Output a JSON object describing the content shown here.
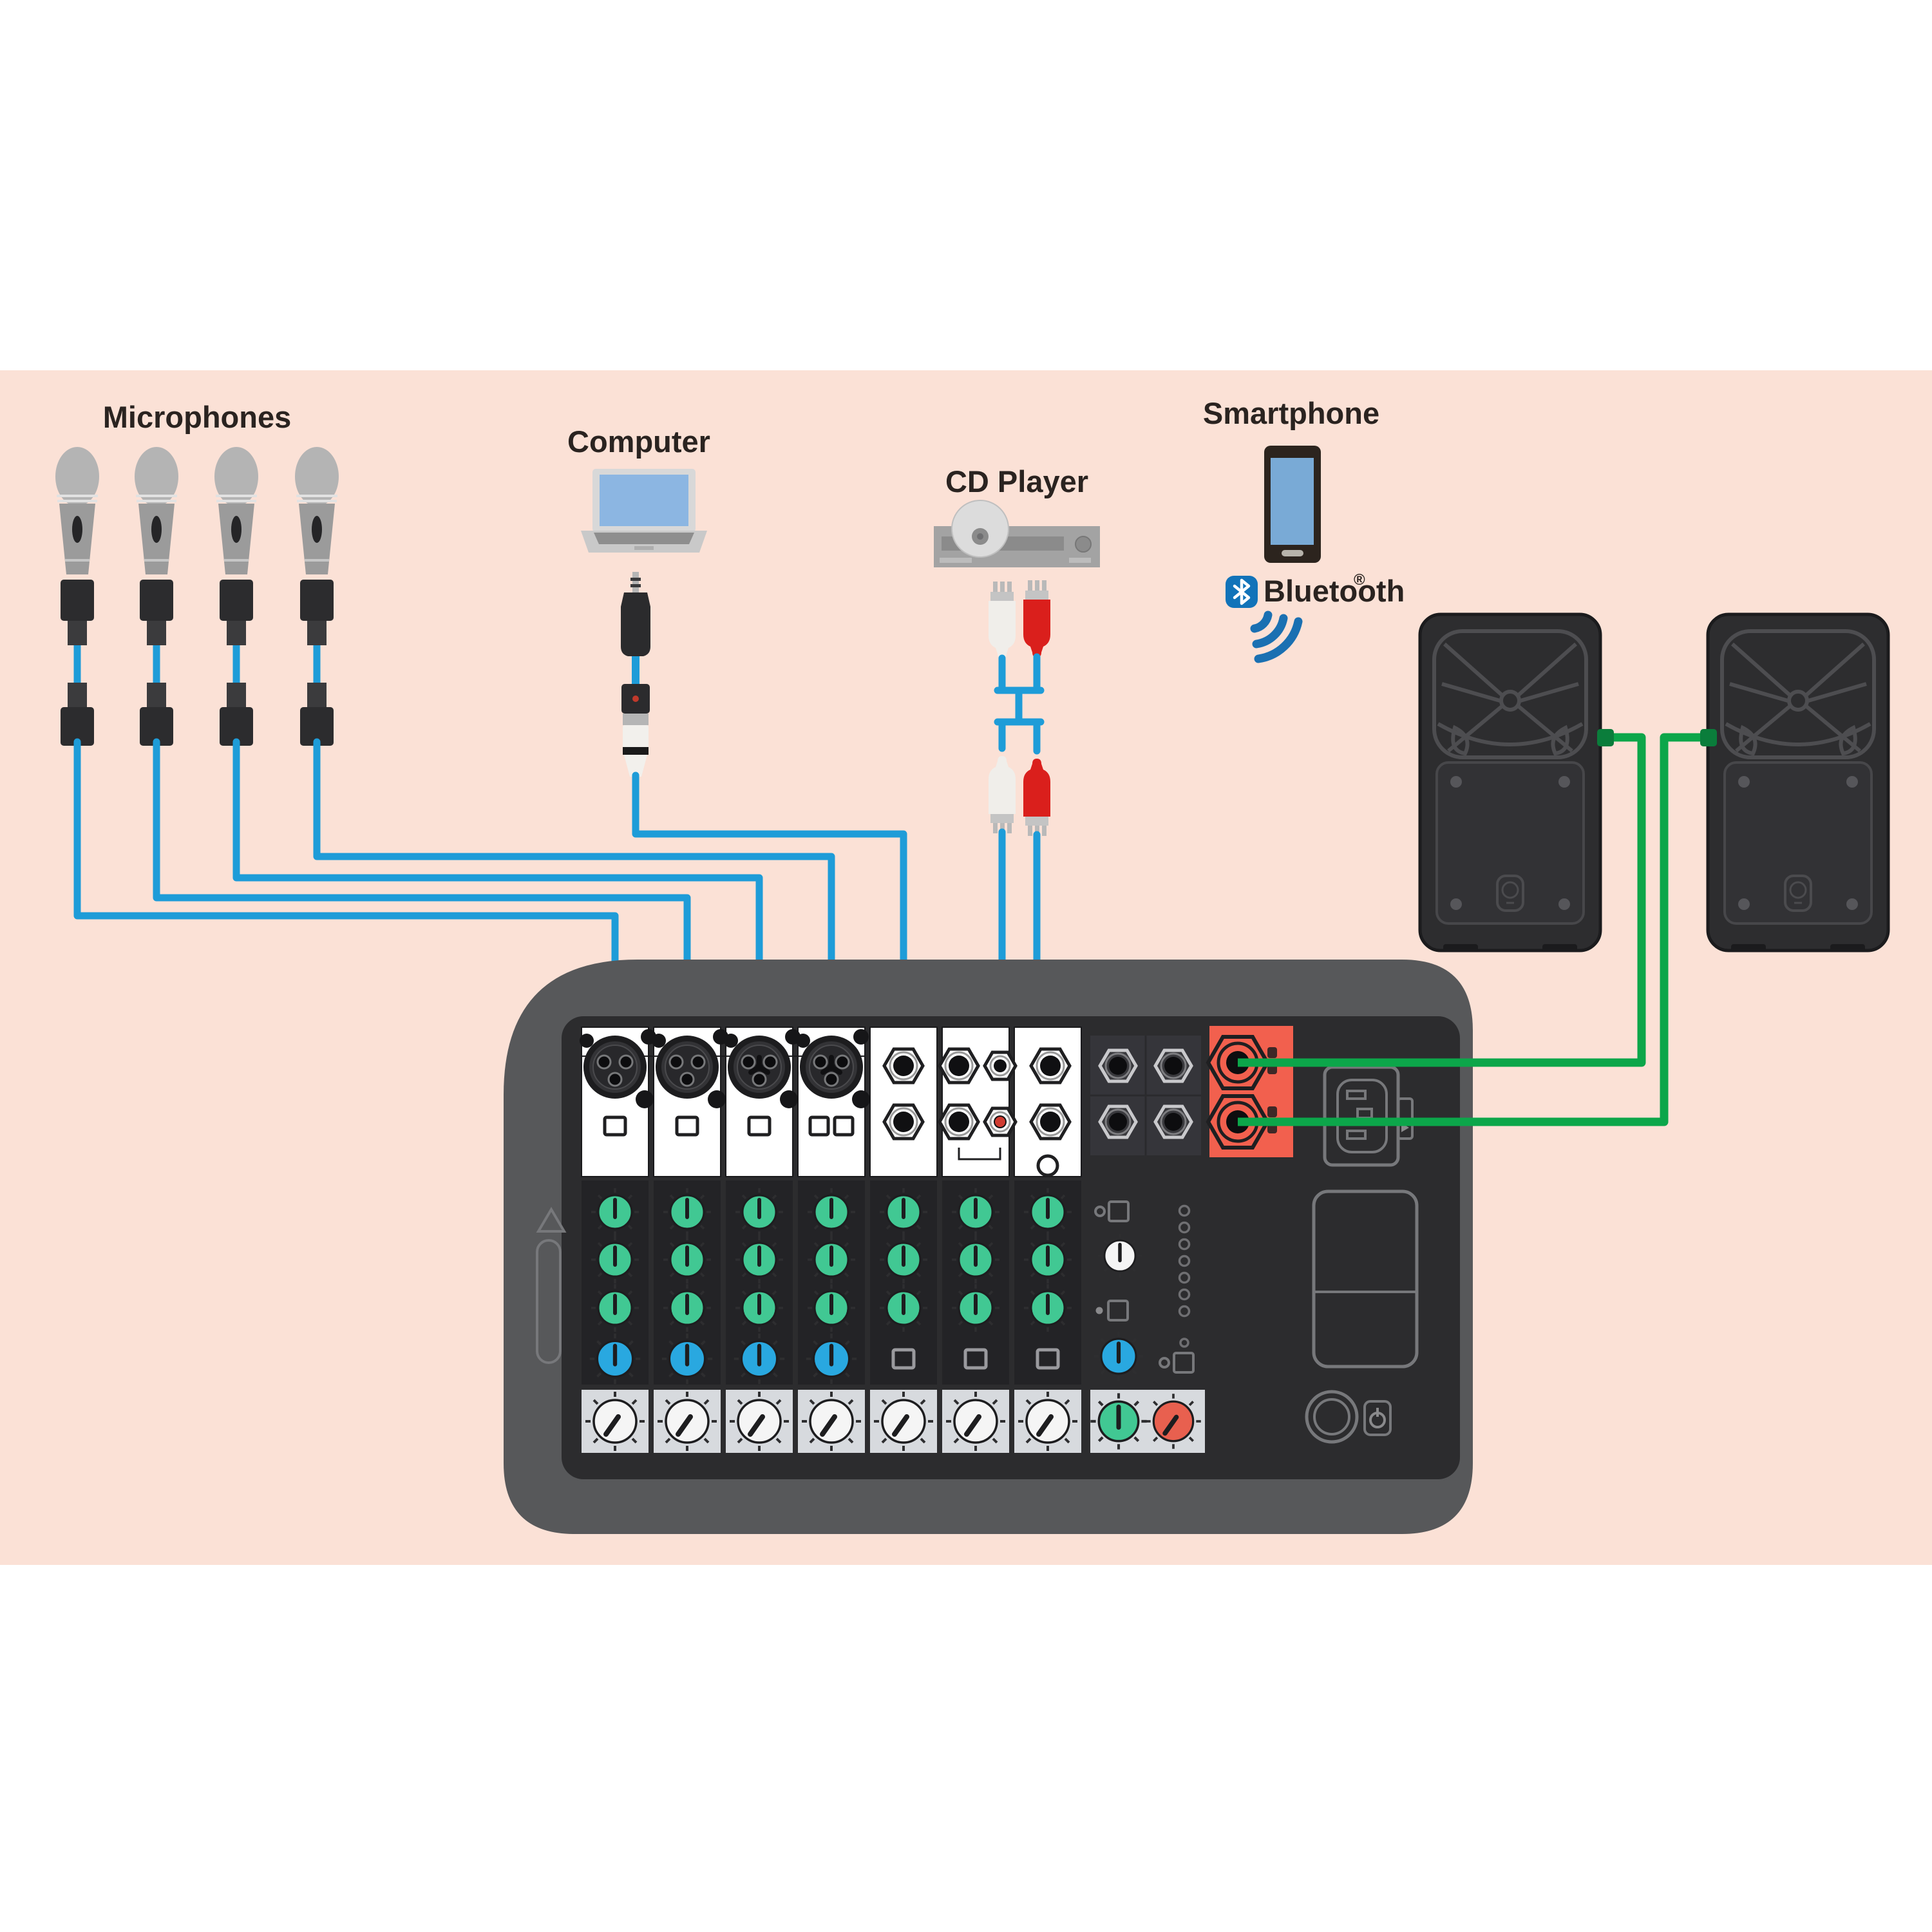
{
  "labels": {
    "microphones": "Microphones",
    "computer": "Computer",
    "cd_player": "CD Player",
    "smartphone": "Smartphone",
    "bluetooth": "Bluetooth",
    "bluetooth_reg": "®"
  },
  "colors": {
    "panel-pink": "#fbe1d6",
    "cable-blue": "#1e9cd8",
    "cable-green": "#0ca64a",
    "cable-green-dark": "#0a7d3b",
    "mixer-body": "#57585a",
    "mixer-face": "#2c2c2e",
    "strip-dark": "#232326",
    "strip-white": "#ffffff",
    "knob-green": "#41c893",
    "knob-blue": "#29a8e0",
    "knob-white": "#f5f5f5",
    "knob-red": "#e8604f",
    "level-panel": "#d7dade",
    "output-red": "#f2604e",
    "bluetooth-blue": "#1173b9",
    "screen-blue": "#79aad6",
    "device-gray": "#a3a3a3",
    "mic-gray": "#9b9b9b",
    "rca-white": "#f0eeea",
    "rca-red": "#da1f1c"
  },
  "icons": [
    "microphone-icon (x4)",
    "xlr-connector-icon (x8)",
    "laptop-icon",
    "mini-jack-plug-icon",
    "inline-adapter-icon",
    "cd-player-icon",
    "cd-disc-icon",
    "rca-plug-white-icon (x2)",
    "rca-plug-red-icon (x2)",
    "smartphone-icon",
    "bluetooth-logo-icon",
    "bluetooth-waves-icon",
    "speaker-icon (x2)",
    "mixer-icon",
    "xlr-input-icon (x4)",
    "line-input-icon (x8)",
    "rca-input-icon (x2)",
    "speaker-output-icon (x2)",
    "power-inlet-icon",
    "battery-compartment-icon",
    "power-button-icon",
    "level-meter-icon"
  ],
  "diagram": {
    "sources": [
      {
        "id": "microphones",
        "label": "Microphones",
        "count": 4,
        "connection": "XLR cables into mixer channels 1-4",
        "cable_color": "blue"
      },
      {
        "id": "computer",
        "label": "Computer",
        "count": 1,
        "connection": "stereo mini-jack plug with inline adapter into channel 5 line input",
        "cable_color": "blue"
      },
      {
        "id": "cd_player",
        "label": "CD Player",
        "count": 1,
        "connection": "white/red RCA pair with coupler into stereo RCA inputs",
        "cable_color": "blue"
      },
      {
        "id": "smartphone",
        "label": "Smartphone",
        "count": 1,
        "connection": "wireless Bluetooth pairing",
        "wireless": true
      }
    ],
    "outputs": [
      {
        "id": "speakers",
        "count": 2,
        "connection": "two speaker outputs (red panel) to powered speakers",
        "cable_color": "green"
      }
    ],
    "mixer": {
      "channel_strips": 7,
      "xlr_combo_channels": 4,
      "line_input_channels": 3,
      "rca_input_pairs": 1,
      "aux_jacks": 4,
      "speaker_outputs": 2,
      "eq_knob_rows_per_channel": 3,
      "blue_knob_channels": 4,
      "level_knobs": 7,
      "master_knobs": [
        "white",
        "blue",
        "green",
        "red"
      ],
      "has_power_inlet": true,
      "has_power_button": true,
      "has_led_meter": true
    }
  }
}
